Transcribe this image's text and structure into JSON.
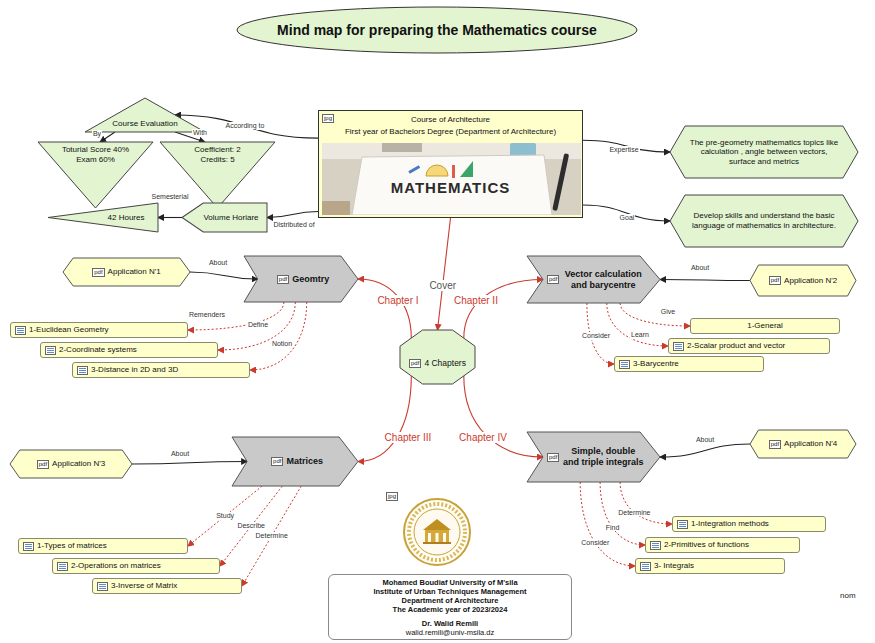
{
  "diagram": {
    "title": "Mind map for preparing the Mathematics course",
    "nodes": [
      {
        "text": [
          "jpg",
          "Course of Architecture",
          "First year of Bachelors Degree (Department of Architecture)",
          "MATHEMATICS"
        ]
      },
      {
        "text": [
          "Course Evaluation"
        ]
      },
      {
        "text": [
          "Toturial Score 40%",
          "Exam 60%"
        ]
      },
      {
        "text": [
          "Coefficient: 2",
          "Credits: 5"
        ]
      },
      {
        "text": [
          "Volume Horiare"
        ]
      },
      {
        "text": [
          "42 Houres"
        ]
      },
      {
        "text": [
          "The pre-geometry mathematics topics like calculation , angle between vectors, surface and metrics"
        ]
      },
      {
        "text": [
          "Develop skills and understand the basic language of mathematics in architecture."
        ]
      },
      {
        "text": [
          "pdf",
          "4 Chapters"
        ]
      },
      {
        "text": [
          "pdf",
          "Geomtry"
        ]
      },
      {
        "text": [
          "pdf",
          "Application N'1"
        ]
      },
      {
        "text": [
          "1-Euclidean Geometry"
        ]
      },
      {
        "text": [
          "2-Coordinate systems"
        ]
      },
      {
        "text": [
          "3-Distance in 2D and 3D"
        ]
      },
      {
        "text": [
          "pdf",
          "Vector calculation and barycentre"
        ]
      },
      {
        "text": [
          "pdf",
          "Application N'2"
        ]
      },
      {
        "text": [
          "1-General"
        ]
      },
      {
        "text": [
          "2-Scalar product and vector"
        ]
      },
      {
        "text": [
          "3-Barycentre"
        ]
      },
      {
        "text": [
          "pdf",
          "Matrices"
        ]
      },
      {
        "text": [
          "pdf",
          "Application N'3"
        ]
      },
      {
        "text": [
          "1-Types of matrices"
        ]
      },
      {
        "text": [
          "2-Operations on matrices"
        ]
      },
      {
        "text": [
          "3-Inverse of Matrix"
        ]
      },
      {
        "text": [
          "pdf",
          "Simple, double and triple integrals"
        ]
      },
      {
        "text": [
          "pdf",
          "Application N'4"
        ]
      },
      {
        "text": [
          "1-Integration methods"
        ]
      },
      {
        "text": [
          "2-Primitives of functions"
        ]
      },
      {
        "text": [
          "3- Integrals"
        ]
      },
      {
        "text": [
          "Mohamed Boudiaf University of M'sila",
          "Institute of Urban Techniques Management",
          "Department of Architecture",
          "The Academic year of 2023/2024",
          "Dr. Walid Remili",
          "walid.remili@univ-msila.dz"
        ]
      }
    ],
    "edges": [
      {
        "from": 0,
        "to": 1,
        "label": "According to",
        "arrow": "to"
      },
      {
        "from": 1,
        "to": 2,
        "label": "By",
        "arrow": "to"
      },
      {
        "from": 1,
        "to": 3,
        "label": "With",
        "arrow": "to"
      },
      {
        "from": 0,
        "to": 4,
        "label": "Distributed of",
        "arrow": "to"
      },
      {
        "from": 4,
        "to": 5,
        "label": "Semesterial",
        "arrow": "to"
      },
      {
        "from": 0,
        "to": 6,
        "label": "Expertise",
        "arrow": "to"
      },
      {
        "from": 0,
        "to": 7,
        "label": "Goal",
        "arrow": "to"
      },
      {
        "from": 0,
        "to": 8,
        "label": "Cover",
        "arrow": "to"
      },
      {
        "from": 8,
        "to": 9,
        "label": "Chapter I",
        "arrow": "to"
      },
      {
        "from": 10,
        "to": 9,
        "label": "About",
        "arrow": "to"
      },
      {
        "from": 9,
        "to": 11,
        "label": "Remenders",
        "arrow": "to"
      },
      {
        "from": 9,
        "to": 12,
        "label": "Define",
        "arrow": "to"
      },
      {
        "from": 9,
        "to": 13,
        "label": "Notion",
        "arrow": "to"
      },
      {
        "from": 8,
        "to": 14,
        "label": "Chapter II",
        "arrow": "to"
      },
      {
        "from": 15,
        "to": 14,
        "label": "About",
        "arrow": "to"
      },
      {
        "from": 14,
        "to": 16,
        "label": "Give",
        "arrow": "to"
      },
      {
        "from": 14,
        "to": 17,
        "label": "Learn",
        "arrow": "to"
      },
      {
        "from": 14,
        "to": 18,
        "label": "Consider",
        "arrow": "to"
      },
      {
        "from": 8,
        "to": 19,
        "label": "Chapter III",
        "arrow": "to"
      },
      {
        "from": 20,
        "to": 19,
        "label": "About",
        "arrow": "to"
      },
      {
        "from": 19,
        "to": 21,
        "label": "Study",
        "arrow": "to"
      },
      {
        "from": 19,
        "to": 22,
        "label": "Describe",
        "arrow": "to"
      },
      {
        "from": 19,
        "to": 23,
        "label": "Determine",
        "arrow": "to"
      },
      {
        "from": 8,
        "to": 24,
        "label": "Chapter IV",
        "arrow": "to"
      },
      {
        "from": 25,
        "to": 24,
        "label": "About",
        "arrow": "to"
      },
      {
        "from": 24,
        "to": 26,
        "label": "Determine",
        "arrow": "to"
      },
      {
        "from": 24,
        "to": 27,
        "label": "Find",
        "arrow": "to"
      },
      {
        "from": 24,
        "to": 28,
        "label": "Consider",
        "arrow": "to"
      }
    ],
    "labels": [
      "jpg",
      "nom"
    ]
  }
}
